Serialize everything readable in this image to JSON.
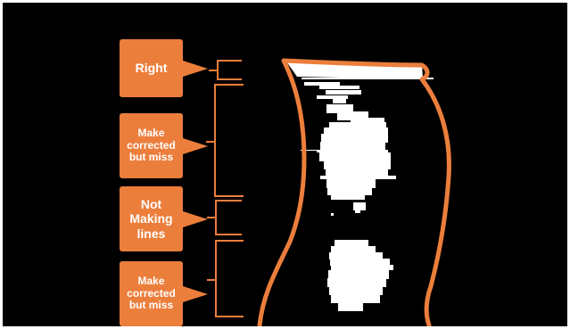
{
  "slide": {
    "background": "#000000",
    "accent": "#ec7e3c"
  },
  "callouts": [
    {
      "id": "right",
      "lines": [
        "Right"
      ]
    },
    {
      "id": "make1",
      "lines": [
        "Make",
        "corrected",
        "but miss"
      ]
    },
    {
      "id": "not",
      "lines": [
        "Not",
        "Making",
        "lines"
      ]
    },
    {
      "id": "make2",
      "lines": [
        "Make",
        "corrected",
        "but miss"
      ]
    }
  ]
}
